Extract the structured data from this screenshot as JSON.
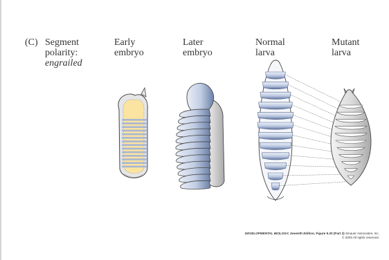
{
  "panel": {
    "letter": "(C)",
    "title_line1": "Segment",
    "title_line2": "polarity:",
    "gene": "engrailed"
  },
  "stages": [
    {
      "line1": "Early",
      "line2": "embryo"
    },
    {
      "line1": "Later",
      "line2": "embryo"
    },
    {
      "line1": "Normal",
      "line2": "larva"
    },
    {
      "line1": "Mutant",
      "line2": "larva"
    }
  ],
  "credit": {
    "book": "DEVELOPMENTAL BIOLOGY, Seventh Edition,",
    "figure": "Figure 9.20 (Part 2)",
    "publisher": "Sinauer Associates, Inc.",
    "copyright": "© 2003 All rights reserved."
  },
  "colors": {
    "yolk": "#fbe3a1",
    "stripe": "#a7b6d3",
    "segment_dark": "#6f83ad",
    "segment_light": "#dfe6f3",
    "outline": "#444444",
    "body_gray": "#cfcfcf"
  }
}
